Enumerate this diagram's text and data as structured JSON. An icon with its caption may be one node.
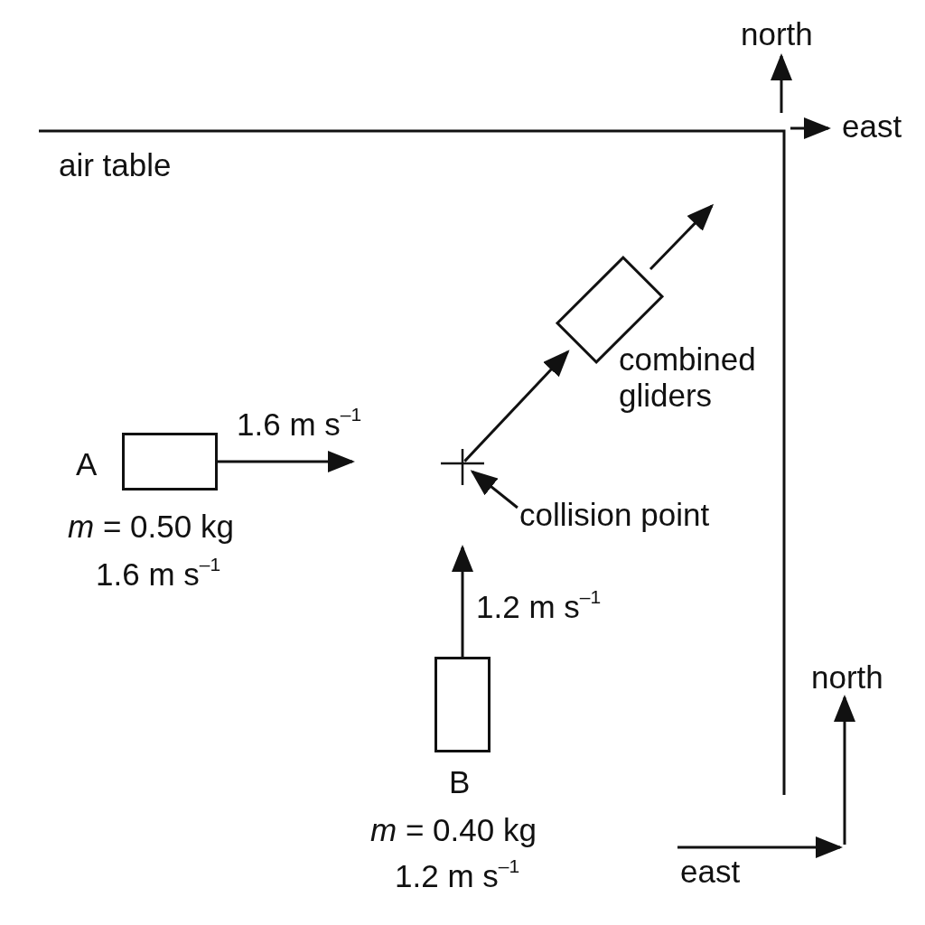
{
  "diagram": {
    "nodes": [
      {
        "text": [],
        "shape": "box",
        "beside": [
          "A",
          "*m* = 0.50 kg",
          "1.6 m s$^{–1}$"
        ]
      },
      {
        "text": [],
        "shape": "box",
        "beside": [
          "B",
          "*m* = 0.40 kg",
          "1.2 m s$^{–1}$"
        ]
      },
      {
        "text": [],
        "shape": "box",
        "beside": [
          "combined gliders"
        ]
      },
      {
        "text": [],
        "shape": "cross"
      },
      {
        "text": [
          "collision point"
        ]
      }
    ],
    "edges": [
      {
        "from": 0,
        "to": null,
        "arrow": "to",
        "label": "1.6 m s$^{–1}$"
      },
      {
        "from": 1,
        "to": null,
        "arrow": "to",
        "label": "1.2 m s$^{–1}$"
      },
      {
        "from": 3,
        "to": 2,
        "arrow": "to"
      },
      {
        "from": 2,
        "to": null,
        "arrow": "to"
      },
      {
        "from": 4,
        "to": 3,
        "arrow": "to"
      }
    ],
    "labels": [
      "north",
      "east",
      "air table",
      "north",
      "east"
    ]
  }
}
